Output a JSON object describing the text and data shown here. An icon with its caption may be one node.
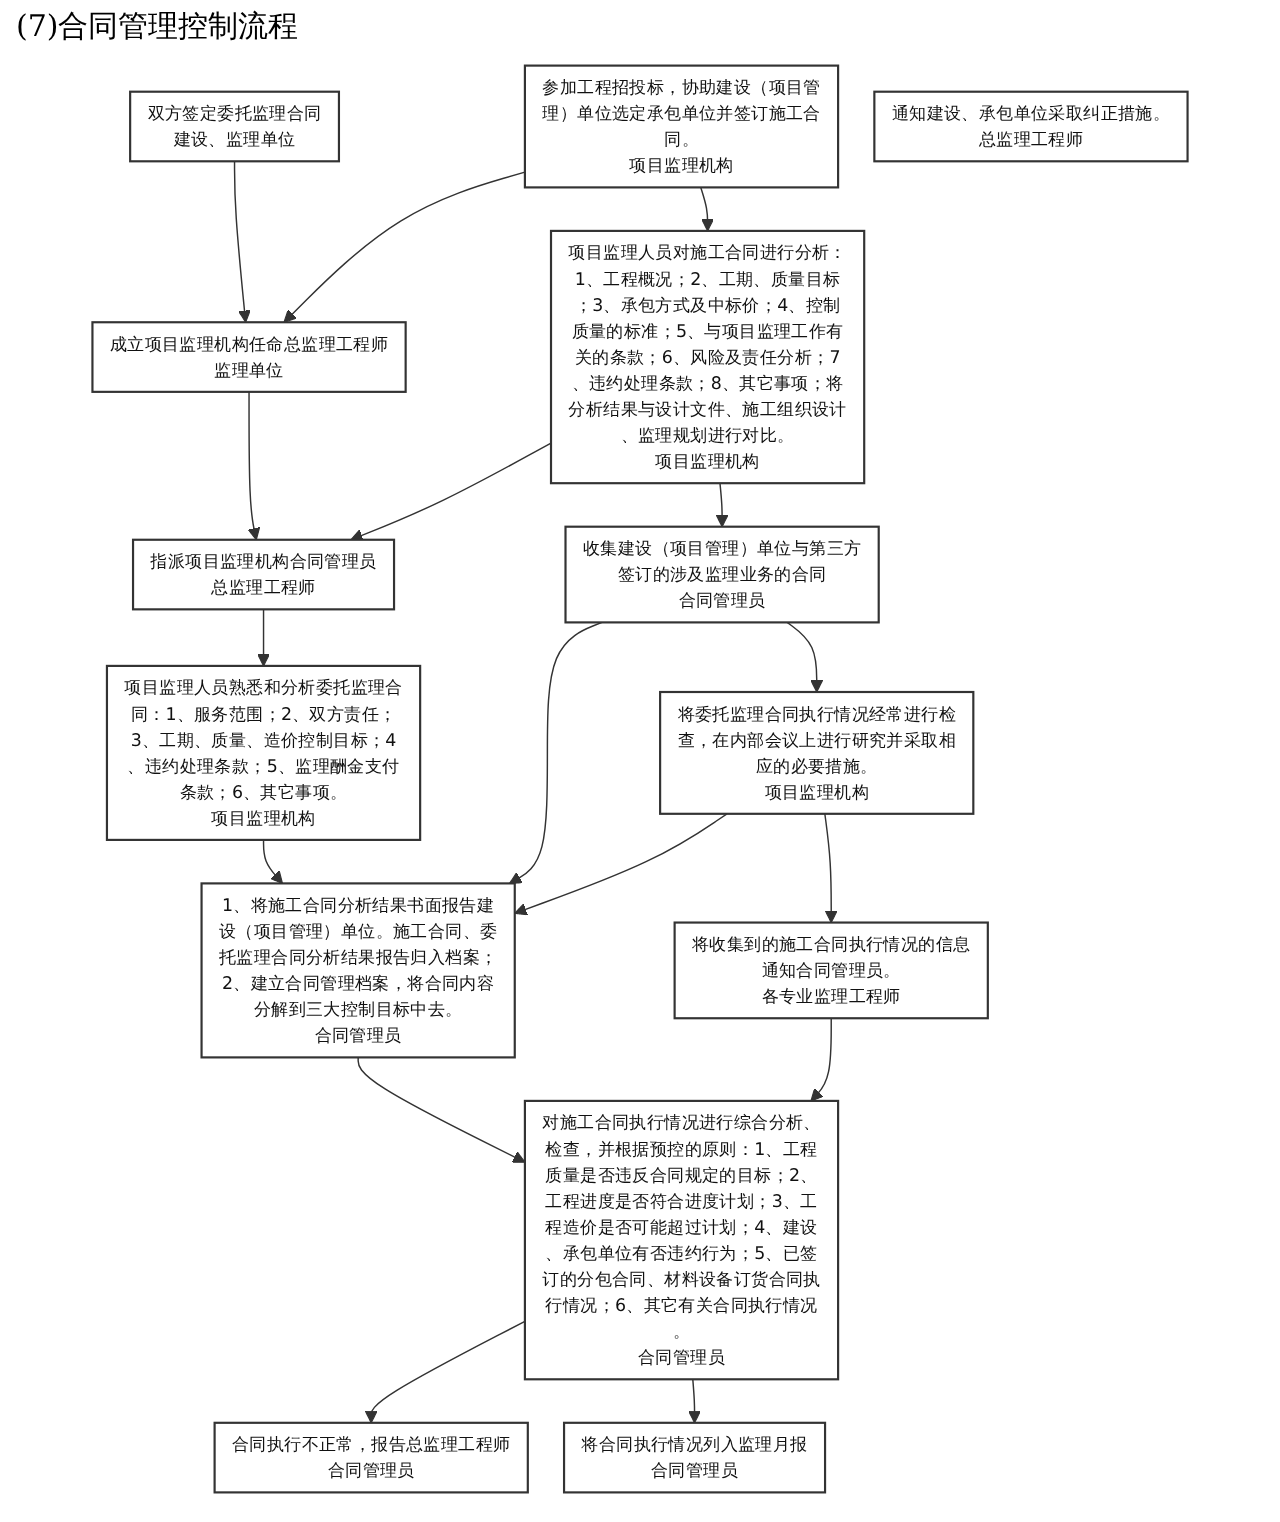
{
  "diagram": {
    "title": "(7)合同管理控制流程",
    "nodes": [
      {
        "text": [
          "双方签定委托监理合同",
          "建设、监理单位"
        ]
      },
      {
        "text": [
          "成立项目监理机构任命总监理工程师",
          "监理单位"
        ]
      },
      {
        "text": [
          "指派项目监理机构合同管理员",
          "总监理工程师"
        ]
      },
      {
        "text": [
          "项目监理人员熟悉和分析委托监理合同：1、服务范围；2、双方责任；3、工期、质量、造价控制目标；4、违约处理条款；5、监理酬金支付条款；6、其它事项。",
          "项目监理机构"
        ]
      },
      {
        "text": [
          "1、将施工合同分析结果书面报告建设（项目管理）单位。施工合同、委托监理合同分析结果报告归入档案；2、建立合同管理档案，将合同内容分解到三大控制目标中去。",
          "合同管理员"
        ]
      },
      {
        "text": [
          "对施工合同执行情况进行综合分析、检查，并根据预控的原则：1、工程质量是否违反合同规定的目标；2、工程进度是否符合进度计划；3、工程造价是否可能超过计划；4、建设、承包单位有否违约行为；5、已签订的分包合同、材料设备订货合同执行情况；6、其它有关合同执行情况。",
          "合同管理员"
        ]
      },
      {
        "text": [
          "参加工程招投标，协助建设（项目管理）单位选定承包单位并签订施工合同。",
          "项目监理机构"
        ]
      },
      {
        "text": [
          "项目监理人员对施工合同进行分析：1、工程概况；2、工期、质量目标；3、承包方式及中标价；4、控制质量的标准；5、与项目监理工作有关的条款；6、风险及责任分析；7、违约处理条款；8、其它事项；将分析结果与设计文件、施工组织设计、监理规划进行对比。",
          "项目监理机构"
        ]
      },
      {
        "text": [
          "收集建设（项目管理）单位与第三方签订的涉及监理业务的合同",
          "合同管理员"
        ]
      },
      {
        "text": [
          "将委托监理合同执行情况经常进行检查，在内部会议上进行研究并采取相应的必要措施。",
          "项目监理机构"
        ]
      },
      {
        "text": [
          "将收集到的施工合同执行情况的信息通知合同管理员。",
          "各专业监理工程师"
        ]
      },
      {
        "text": [
          "合同执行不正常，报告总监理工程师",
          "合同管理员"
        ]
      },
      {
        "text": [
          "通知建设、承包单位采取纠正措施。",
          "总监理工程师"
        ]
      },
      {
        "text": [
          "将合同执行情况列入监理月报",
          "合同管理员"
        ]
      }
    ],
    "edges": [
      {
        "from": 0,
        "to": 1,
        "arrow": "to"
      },
      {
        "from": 1,
        "to": 2,
        "arrow": "to"
      },
      {
        "from": 2,
        "to": 3,
        "arrow": "to"
      },
      {
        "from": 3,
        "to": 4,
        "arrow": "to"
      },
      {
        "from": 4,
        "to": 5,
        "arrow": "to"
      },
      {
        "from": 6,
        "to": 7,
        "arrow": "to"
      },
      {
        "from": 7,
        "to": 8,
        "arrow": "to"
      },
      {
        "from": 8,
        "to": 9,
        "arrow": "to"
      },
      {
        "from": 9,
        "to": 10,
        "arrow": "to"
      },
      {
        "from": 6,
        "to": 1,
        "arrow": "to"
      },
      {
        "from": 7,
        "to": 2,
        "arrow": "to"
      },
      {
        "from": 8,
        "to": 4,
        "arrow": "to"
      },
      {
        "from": 9,
        "to": 4,
        "arrow": "to"
      },
      {
        "from": 10,
        "to": 5,
        "arrow": "to"
      },
      {
        "from": 5,
        "to": 11,
        "arrow": "to"
      },
      {
        "from": 5,
        "to": 13,
        "arrow": "to"
      }
    ]
  }
}
